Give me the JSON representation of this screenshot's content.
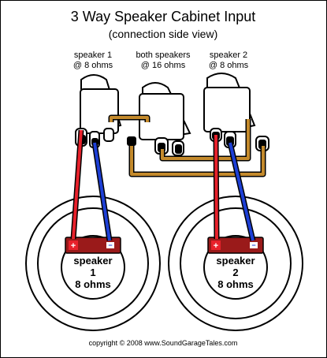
{
  "title": "3 Way Speaker Cabinet Input",
  "subtitle": "(connection side view)",
  "jacks": [
    {
      "line1": "speaker 1",
      "line2": "@ 8 ohms"
    },
    {
      "line1": "both speakers",
      "line2": "@ 16 ohms"
    },
    {
      "line1": "speaker 2",
      "line2": "@ 8 ohms"
    }
  ],
  "speakers": [
    {
      "line1": "speaker",
      "line2": "1",
      "line3": "8 ohms"
    },
    {
      "line1": "speaker",
      "line2": "2",
      "line3": "8 ohms"
    }
  ],
  "terminal_plus": "+",
  "terminal_minus": "−",
  "copyright": "copyright © 2008 www.SoundGarageTales.com",
  "colors": {
    "positive_wire": "#e8212b",
    "negative_wire": "#1d3fd6",
    "jumper_wire": "#c48a2c",
    "terminal_plate": "#9a1a1a"
  }
}
